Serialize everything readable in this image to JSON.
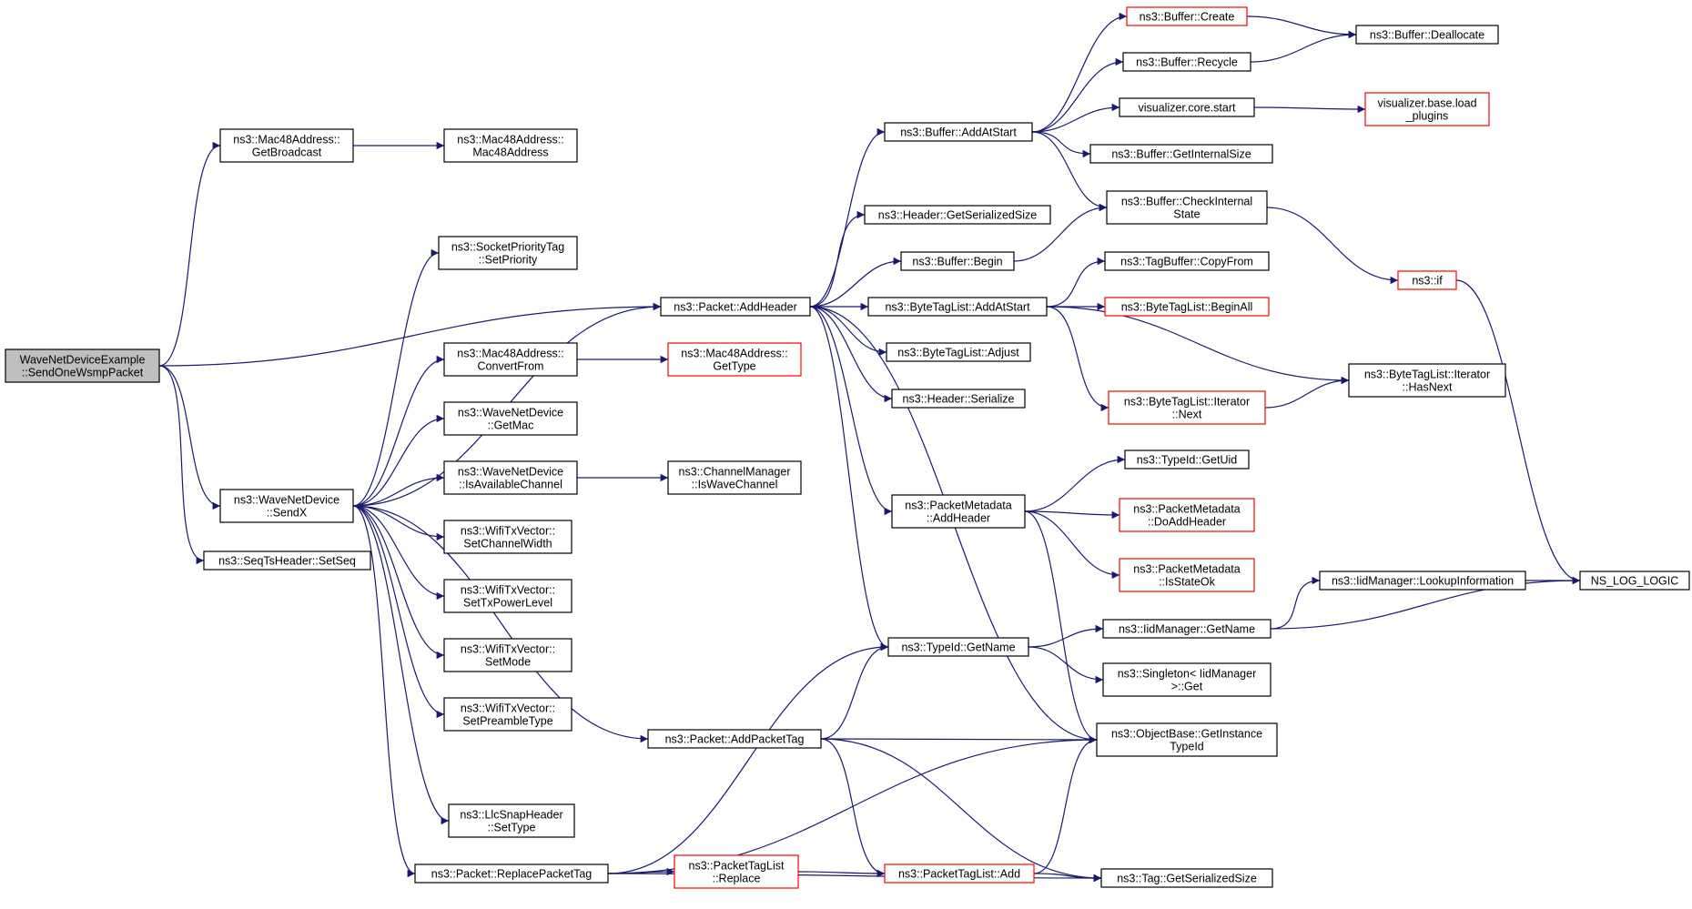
{
  "graph": {
    "title": "",
    "colors": {
      "edge": "#191970",
      "node_border": "#000000",
      "undocumented_border": "#ff0000",
      "root_fill": "#bfbfbf",
      "node_fill": "#ffffff"
    },
    "nodes": [
      {
        "id": "root",
        "lines": [
          "WaveNetDeviceExample",
          "::SendOneWsmpPacket"
        ],
        "style": "root"
      },
      {
        "id": "mac_getbroadcast",
        "lines": [
          "ns3::Mac48Address::",
          "GetBroadcast"
        ],
        "style": "normal"
      },
      {
        "id": "mac_ctor",
        "lines": [
          "ns3::Mac48Address::",
          "Mac48Address"
        ],
        "style": "normal"
      },
      {
        "id": "wnd_sendx",
        "lines": [
          "ns3::WaveNetDevice",
          "::SendX"
        ],
        "style": "normal"
      },
      {
        "id": "seqts",
        "lines": [
          "ns3::SeqTsHeader::SetSeq"
        ],
        "style": "normal"
      },
      {
        "id": "sockprio",
        "lines": [
          "ns3::SocketPriorityTag",
          "::SetPriority"
        ],
        "style": "normal"
      },
      {
        "id": "pkt_addheader",
        "lines": [
          "ns3::Packet::AddHeader"
        ],
        "style": "normal"
      },
      {
        "id": "mac_convertfrom",
        "lines": [
          "ns3::Mac48Address::",
          "ConvertFrom"
        ],
        "style": "normal"
      },
      {
        "id": "mac_gettype",
        "lines": [
          "ns3::Mac48Address::",
          "GetType"
        ],
        "style": "red"
      },
      {
        "id": "wnd_getmac",
        "lines": [
          "ns3::WaveNetDevice",
          "::GetMac"
        ],
        "style": "normal"
      },
      {
        "id": "wnd_isavail",
        "lines": [
          "ns3::WaveNetDevice",
          "::IsAvailableChannel"
        ],
        "style": "normal"
      },
      {
        "id": "chmgr_iswave",
        "lines": [
          "ns3::ChannelManager",
          "::IsWaveChannel"
        ],
        "style": "normal"
      },
      {
        "id": "wifi_chwidth",
        "lines": [
          "ns3::WifiTxVector::",
          "SetChannelWidth"
        ],
        "style": "normal"
      },
      {
        "id": "wifi_txpower",
        "lines": [
          "ns3::WifiTxVector::",
          "SetTxPowerLevel"
        ],
        "style": "normal"
      },
      {
        "id": "wifi_mode",
        "lines": [
          "ns3::WifiTxVector::",
          "SetMode"
        ],
        "style": "normal"
      },
      {
        "id": "wifi_preamble",
        "lines": [
          "ns3::WifiTxVector::",
          "SetPreambleType"
        ],
        "style": "normal"
      },
      {
        "id": "pkt_addpackettag",
        "lines": [
          "ns3::Packet::AddPacketTag"
        ],
        "style": "normal"
      },
      {
        "id": "llc_settype",
        "lines": [
          "ns3::LlcSnapHeader",
          "::SetType"
        ],
        "style": "normal"
      },
      {
        "id": "pkt_replacetag",
        "lines": [
          "ns3::Packet::ReplacePacketTag"
        ],
        "style": "normal"
      },
      {
        "id": "buf_addatstart",
        "lines": [
          "ns3::Buffer::AddAtStart"
        ],
        "style": "normal"
      },
      {
        "id": "hdr_getsersize",
        "lines": [
          "ns3::Header::GetSerializedSize"
        ],
        "style": "normal"
      },
      {
        "id": "buf_begin",
        "lines": [
          "ns3::Buffer::Begin"
        ],
        "style": "normal"
      },
      {
        "id": "btl_addatstart",
        "lines": [
          "ns3::ByteTagList::AddAtStart"
        ],
        "style": "normal"
      },
      {
        "id": "btl_adjust",
        "lines": [
          "ns3::ByteTagList::Adjust"
        ],
        "style": "normal"
      },
      {
        "id": "hdr_serialize",
        "lines": [
          "ns3::Header::Serialize"
        ],
        "style": "normal"
      },
      {
        "id": "pm_addheader",
        "lines": [
          "ns3::PacketMetadata",
          "::AddHeader"
        ],
        "style": "normal"
      },
      {
        "id": "typeid_getname",
        "lines": [
          "ns3::TypeId::GetName"
        ],
        "style": "normal"
      },
      {
        "id": "ptl_replace",
        "lines": [
          "ns3::PacketTagList",
          "::Replace"
        ],
        "style": "red"
      },
      {
        "id": "ptl_add",
        "lines": [
          "ns3::PacketTagList::Add"
        ],
        "style": "red"
      },
      {
        "id": "buf_create",
        "lines": [
          "ns3::Buffer::Create"
        ],
        "style": "red"
      },
      {
        "id": "buf_recycle",
        "lines": [
          "ns3::Buffer::Recycle"
        ],
        "style": "normal"
      },
      {
        "id": "viz_start",
        "lines": [
          "visualizer.core.start"
        ],
        "style": "normal"
      },
      {
        "id": "buf_getintsize",
        "lines": [
          "ns3::Buffer::GetInternalSize"
        ],
        "style": "normal"
      },
      {
        "id": "buf_checkint",
        "lines": [
          "ns3::Buffer::CheckInternal",
          "State"
        ],
        "style": "normal"
      },
      {
        "id": "tagbuf_copyfrom",
        "lines": [
          "ns3::TagBuffer::CopyFrom"
        ],
        "style": "normal"
      },
      {
        "id": "btl_beginall",
        "lines": [
          "ns3::ByteTagList::BeginAll"
        ],
        "style": "red"
      },
      {
        "id": "btl_iter_next",
        "lines": [
          "ns3::ByteTagList::Iterator",
          "::Next"
        ],
        "style": "red"
      },
      {
        "id": "typeid_getuid",
        "lines": [
          "ns3::TypeId::GetUid"
        ],
        "style": "normal"
      },
      {
        "id": "pm_doaddheader",
        "lines": [
          "ns3::PacketMetadata",
          "::DoAddHeader"
        ],
        "style": "red"
      },
      {
        "id": "pm_isstateok",
        "lines": [
          "ns3::PacketMetadata",
          "::IsStateOk"
        ],
        "style": "red"
      },
      {
        "id": "iid_getname",
        "lines": [
          "ns3::IidManager::GetName"
        ],
        "style": "normal"
      },
      {
        "id": "singleton_get",
        "lines": [
          "ns3::Singleton< IidManager",
          ">::Get"
        ],
        "style": "normal"
      },
      {
        "id": "objbase_getinst",
        "lines": [
          "ns3::ObjectBase::GetInstance",
          "TypeId"
        ],
        "style": "normal"
      },
      {
        "id": "tag_getsersize",
        "lines": [
          "ns3::Tag::GetSerializedSize"
        ],
        "style": "normal"
      },
      {
        "id": "buf_dealloc",
        "lines": [
          "ns3::Buffer::Deallocate"
        ],
        "style": "normal"
      },
      {
        "id": "viz_loadplugins",
        "lines": [
          "visualizer.base.load",
          "_plugins"
        ],
        "style": "red"
      },
      {
        "id": "ns3_if",
        "lines": [
          "ns3::if"
        ],
        "style": "red"
      },
      {
        "id": "btl_iter_hasnext",
        "lines": [
          "ns3::ByteTagList::Iterator",
          "::HasNext"
        ],
        "style": "normal"
      },
      {
        "id": "iid_lookup",
        "lines": [
          "ns3::IidManager::LookupInformation"
        ],
        "style": "normal"
      },
      {
        "id": "ns_log_logic",
        "lines": [
          "NS_LOG_LOGIC"
        ],
        "style": "normal"
      }
    ],
    "edges": [
      [
        "root",
        "mac_getbroadcast"
      ],
      [
        "root",
        "pkt_addheader"
      ],
      [
        "root",
        "wnd_sendx"
      ],
      [
        "root",
        "seqts"
      ],
      [
        "mac_getbroadcast",
        "mac_ctor"
      ],
      [
        "wnd_sendx",
        "sockprio"
      ],
      [
        "wnd_sendx",
        "pkt_addheader"
      ],
      [
        "wnd_sendx",
        "mac_convertfrom"
      ],
      [
        "wnd_sendx",
        "wnd_getmac"
      ],
      [
        "wnd_sendx",
        "wnd_isavail"
      ],
      [
        "wnd_sendx",
        "wifi_chwidth"
      ],
      [
        "wnd_sendx",
        "wifi_txpower"
      ],
      [
        "wnd_sendx",
        "wifi_mode"
      ],
      [
        "wnd_sendx",
        "wifi_preamble"
      ],
      [
        "wnd_sendx",
        "pkt_addpackettag"
      ],
      [
        "wnd_sendx",
        "llc_settype"
      ],
      [
        "wnd_sendx",
        "pkt_replacetag"
      ],
      [
        "mac_convertfrom",
        "mac_gettype"
      ],
      [
        "wnd_isavail",
        "chmgr_iswave"
      ],
      [
        "pkt_addheader",
        "buf_addatstart"
      ],
      [
        "pkt_addheader",
        "hdr_getsersize"
      ],
      [
        "pkt_addheader",
        "buf_begin"
      ],
      [
        "pkt_addheader",
        "btl_addatstart"
      ],
      [
        "pkt_addheader",
        "btl_adjust"
      ],
      [
        "pkt_addheader",
        "hdr_serialize"
      ],
      [
        "pkt_addheader",
        "pm_addheader"
      ],
      [
        "pkt_addheader",
        "typeid_getname"
      ],
      [
        "pkt_addheader",
        "objbase_getinst"
      ],
      [
        "buf_addatstart",
        "buf_create"
      ],
      [
        "buf_addatstart",
        "buf_recycle"
      ],
      [
        "buf_addatstart",
        "viz_start"
      ],
      [
        "buf_addatstart",
        "buf_getintsize"
      ],
      [
        "buf_addatstart",
        "buf_checkint"
      ],
      [
        "buf_create",
        "buf_dealloc"
      ],
      [
        "buf_recycle",
        "buf_dealloc"
      ],
      [
        "viz_start",
        "viz_loadplugins"
      ],
      [
        "buf_begin",
        "buf_checkint"
      ],
      [
        "buf_checkint",
        "ns3_if"
      ],
      [
        "ns3_if",
        "ns_log_logic"
      ],
      [
        "btl_addatstart",
        "tagbuf_copyfrom"
      ],
      [
        "btl_addatstart",
        "btl_beginall"
      ],
      [
        "btl_addatstart",
        "btl_iter_next"
      ],
      [
        "btl_addatstart",
        "btl_iter_hasnext"
      ],
      [
        "btl_iter_next",
        "btl_iter_hasnext"
      ],
      [
        "pm_addheader",
        "typeid_getuid"
      ],
      [
        "pm_addheader",
        "pm_doaddheader"
      ],
      [
        "pm_addheader",
        "pm_isstateok"
      ],
      [
        "pm_addheader",
        "objbase_getinst"
      ],
      [
        "typeid_getname",
        "iid_getname"
      ],
      [
        "typeid_getname",
        "singleton_get"
      ],
      [
        "iid_getname",
        "iid_lookup"
      ],
      [
        "iid_getname",
        "ns_log_logic"
      ],
      [
        "iid_lookup",
        "ns_log_logic"
      ],
      [
        "pkt_addpackettag",
        "typeid_getname"
      ],
      [
        "pkt_addpackettag",
        "objbase_getinst"
      ],
      [
        "pkt_addpackettag",
        "ptl_add"
      ],
      [
        "pkt_addpackettag",
        "tag_getsersize"
      ],
      [
        "pkt_replacetag",
        "typeid_getname"
      ],
      [
        "pkt_replacetag",
        "objbase_getinst"
      ],
      [
        "pkt_replacetag",
        "ptl_replace"
      ],
      [
        "pkt_replacetag",
        "tag_getsersize"
      ],
      [
        "ptl_replace",
        "ptl_add"
      ],
      [
        "ptl_add",
        "objbase_getinst"
      ],
      [
        "ptl_add",
        "tag_getsersize"
      ]
    ]
  }
}
